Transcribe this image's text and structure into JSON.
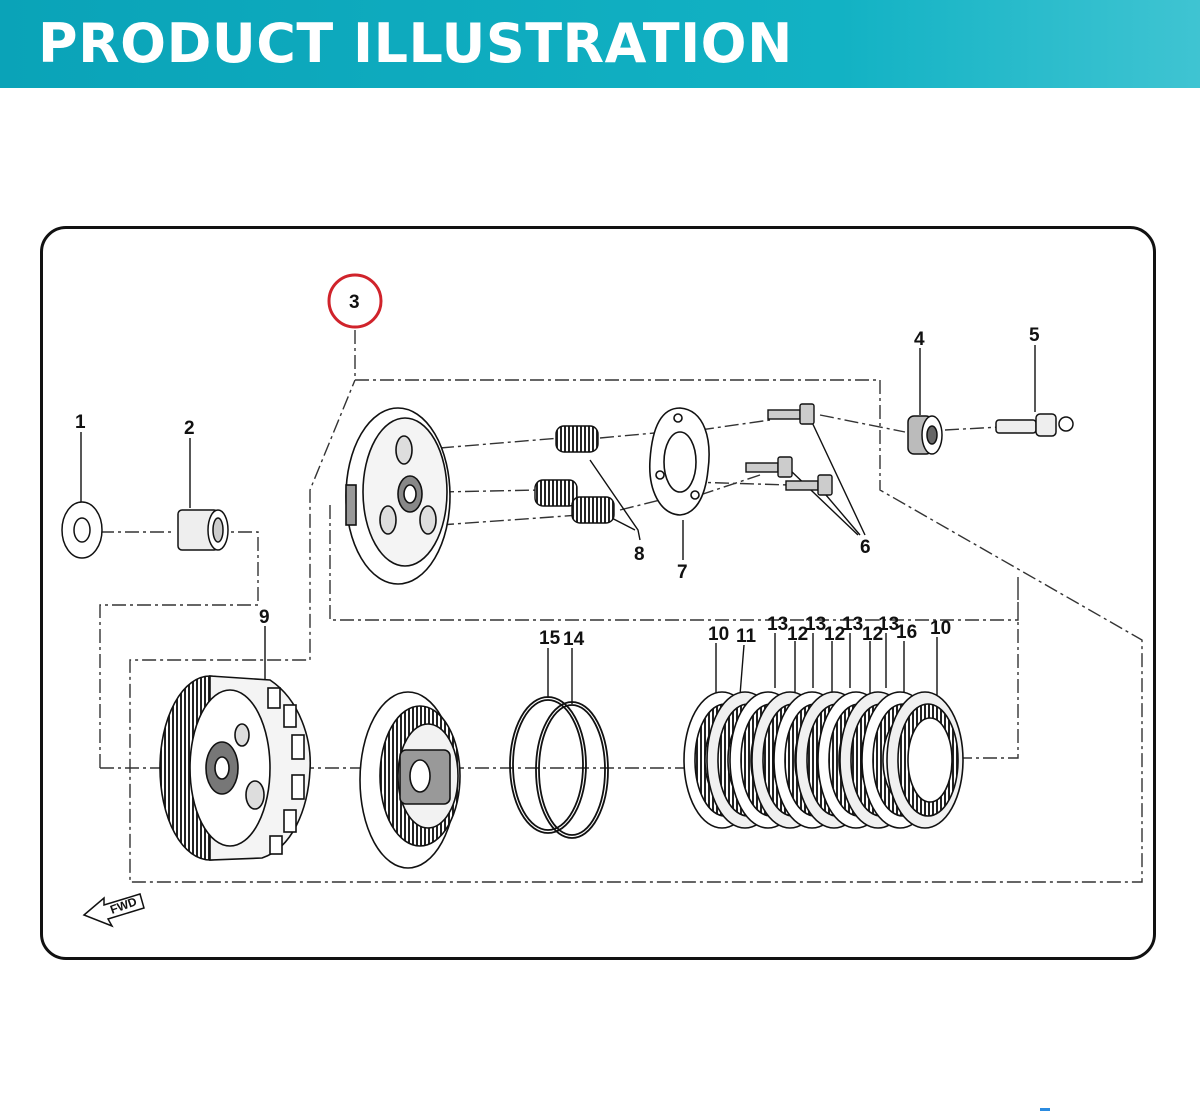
{
  "header": {
    "title": "PRODUCT ILLUSTRATION"
  },
  "colors": {
    "header_bg": "#0aa3b8",
    "highlight_ring": "#d0232b",
    "line": "#111111"
  },
  "diagram": {
    "highlighted_callout": "3",
    "callouts": {
      "c1": "1",
      "c2": "2",
      "c3": "3",
      "c4": "4",
      "c5": "5",
      "c6": "6",
      "c7": "7",
      "c8": "8",
      "c9": "9",
      "c15": "15",
      "c14": "14",
      "s10a": "10",
      "s11": "11",
      "s13a": "13",
      "s12a": "12",
      "s13b": "13",
      "s12b": "12",
      "s13c": "13",
      "s12c": "12",
      "s13d": "13",
      "s16": "16",
      "s10b": "10"
    },
    "fwd_label": "FWD"
  }
}
